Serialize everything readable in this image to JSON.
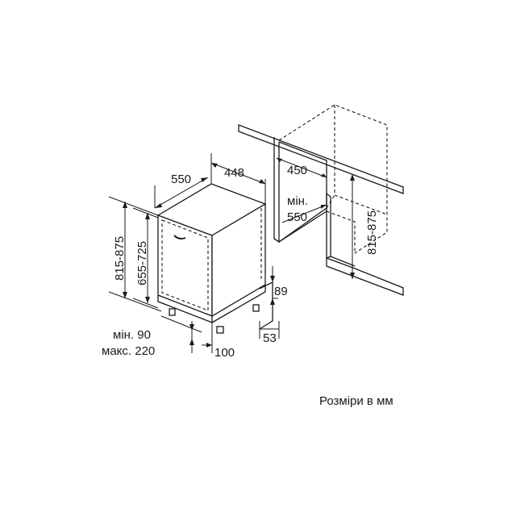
{
  "diagram": {
    "dimensions": {
      "width_a": "550",
      "depth_a": "448",
      "niche_depth": "450",
      "niche_width_min_label": "мін.",
      "niche_width_min_value": "550",
      "height_total_left": "815-875",
      "height_inner_left": "655-725",
      "height_total_right": "815-875",
      "plinth_height": "89",
      "plinth_offset": "53",
      "foot_depth": "100",
      "toekick_min": "мін. 90",
      "toekick_max": "макс. 220"
    },
    "caption": "Розміри в мм"
  }
}
